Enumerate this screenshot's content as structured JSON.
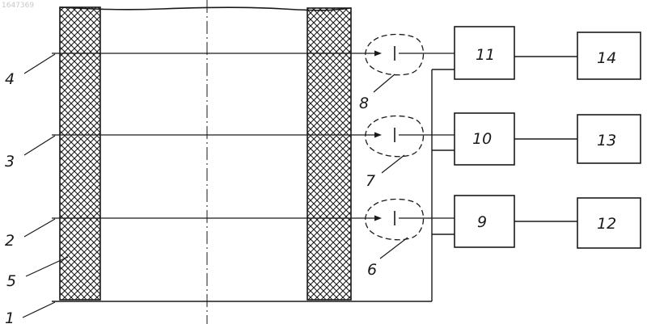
{
  "watermark": "1647369",
  "colors": {
    "ink": "#1a1a1a",
    "paper": "#ffffff",
    "watermark": "#c8c8c8"
  },
  "line_labels": [
    "1",
    "2",
    "3",
    "4"
  ],
  "wall_label": "5",
  "sensor_labels": [
    "6",
    "7",
    "8"
  ],
  "unit_labels": [
    "9",
    "10",
    "11"
  ],
  "output_labels": [
    "12",
    "13",
    "14"
  ]
}
